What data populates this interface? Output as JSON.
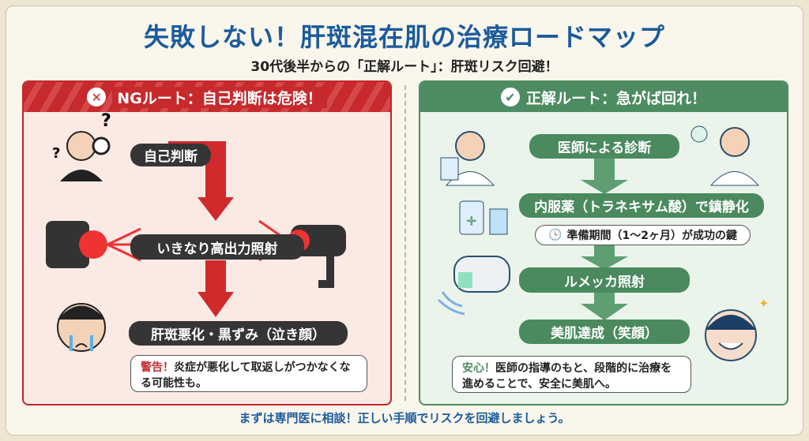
{
  "header": {
    "title": "失敗しない！肝斑混在肌の治療ロードマップ",
    "subtitle": "30代後半からの「正解ルート」：肝斑リスク回避！"
  },
  "ng_route": {
    "heading": "NGルート：自己判断は危険！",
    "steps": [
      "自己判断",
      "いきなり高出力照射",
      "肝斑悪化・黒ずみ（泣き顔）"
    ],
    "warning_label": "警告！",
    "warning_text": "炎症が悪化して取返しがつかなくなる可能性も。",
    "color": "#c72a2c"
  },
  "ok_route": {
    "heading": "正解ルート：急がば回れ！",
    "steps": [
      "医師による診断",
      "内服薬（トラネキサム酸）で鎮静化",
      "ルメッカ照射",
      "美肌達成（笑顔）"
    ],
    "note": "準備期間（1〜2ヶ月）が成功の鍵",
    "relief_label": "安心！",
    "relief_text": "医師の指導のもと、段階的に治療を進めることで、安全に美肌へ。",
    "color": "#4a8a5e"
  },
  "footer": "まずは専門医に相談！正しい手順でリスクを回避しましょう。"
}
